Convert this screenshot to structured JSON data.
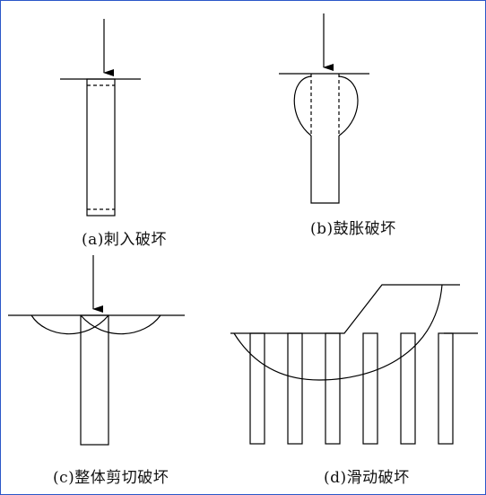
{
  "colors": {
    "line": "#000000",
    "border": "#2b57c8",
    "background": "#ffffff"
  },
  "figures": [
    {
      "id": "a",
      "caption": "(a)刺入破坏"
    },
    {
      "id": "b",
      "caption": "(b)鼓胀破坏"
    },
    {
      "id": "c",
      "caption": "(c)整体剪切破坏"
    },
    {
      "id": "d",
      "caption": "(d)滑动破坏"
    }
  ]
}
